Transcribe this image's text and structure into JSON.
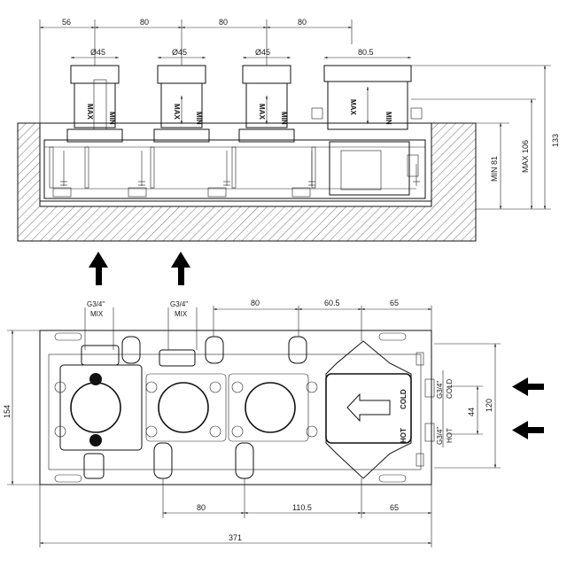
{
  "top_view": {
    "dims": {
      "d56": "56",
      "d80a": "80",
      "d80b": "80",
      "d80c": "80",
      "d80_5": "80.5",
      "phi45a": "Ø45",
      "phi45b": "Ø45",
      "phi45c": "Ø45",
      "min81": "MIN 81",
      "max106": "MAX 106",
      "d133": "133"
    },
    "labels": {
      "max": "MAX",
      "min": "MIN"
    }
  },
  "bottom_view": {
    "dims": {
      "d80": "80",
      "d60_5": "60.5",
      "d65": "65",
      "b80": "80",
      "b110_5": "110.5",
      "b65": "65",
      "b371": "371",
      "v154": "154",
      "v120": "120",
      "v44": "44"
    },
    "labels": {
      "g34_1": "G3/4\"",
      "mix_1": "MIX",
      "g34_2": "G3/4\"",
      "mix_2": "MIX",
      "cold": "COLD",
      "hot": "HOT",
      "g34_cold": "G3/4\"",
      "cold_small": "COLD",
      "g34_hot": "G3/4\"",
      "hot_small": "HOT"
    }
  }
}
